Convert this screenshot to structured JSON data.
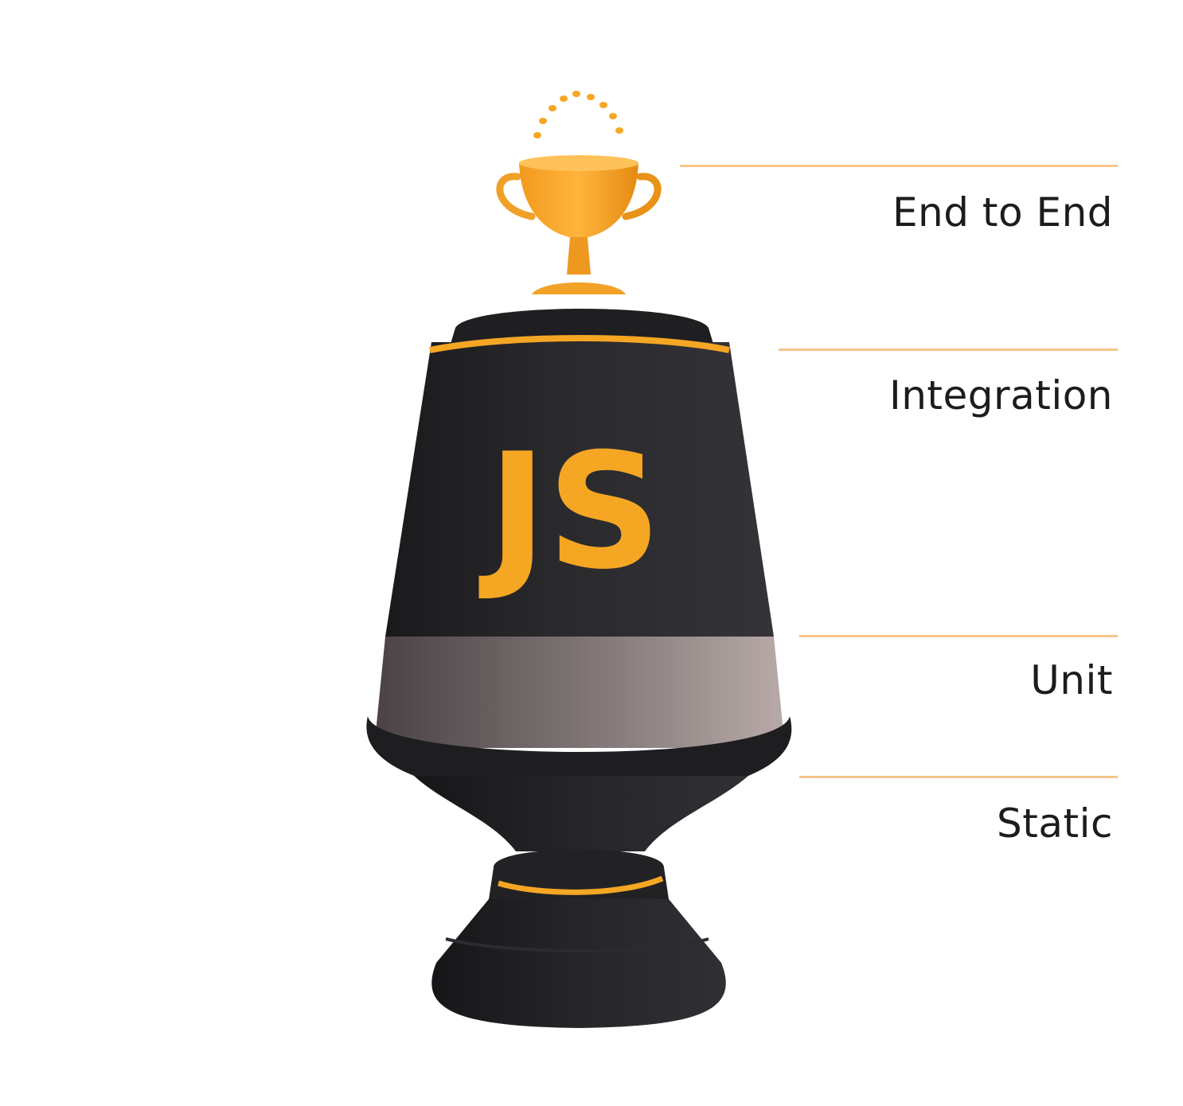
{
  "trophy": {
    "logo_text": "JS",
    "accent_color": "#f5a623",
    "body_color": "#232326",
    "band_color": "#8a807f"
  },
  "layers": [
    {
      "label": "End to End"
    },
    {
      "label": "Integration"
    },
    {
      "label": "Unit"
    },
    {
      "label": "Static"
    }
  ],
  "colors": {
    "divider": "#f7c48a",
    "label_text": "#1c1c1e",
    "background": "#ffffff"
  }
}
